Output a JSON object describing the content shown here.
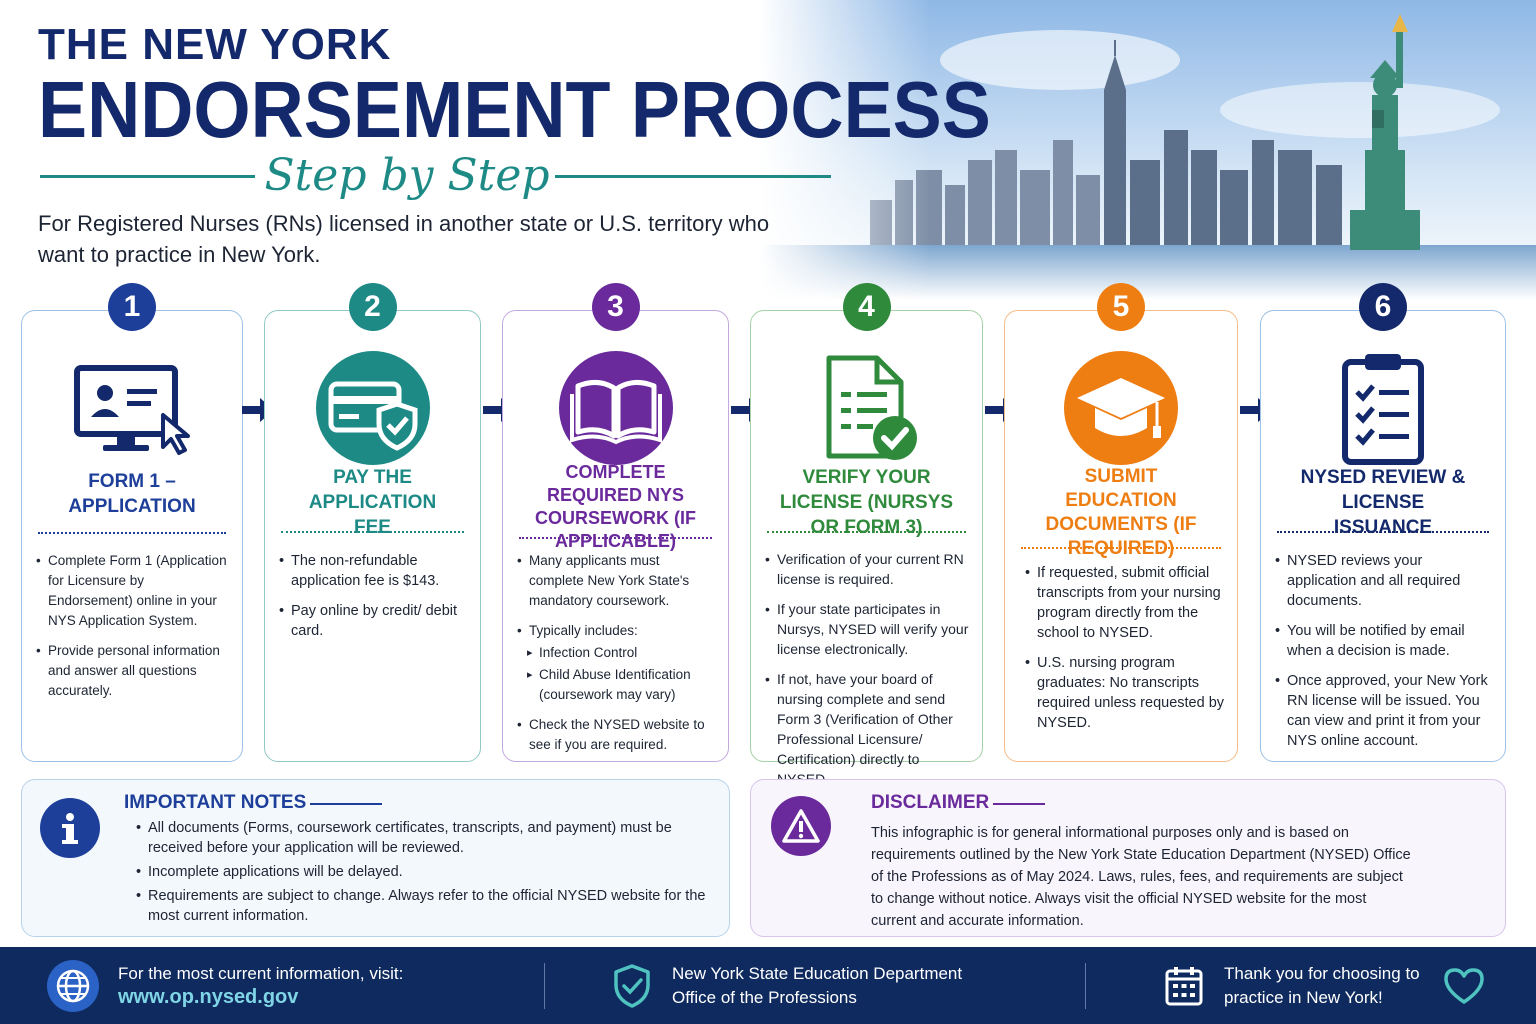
{
  "header": {
    "title_small": "THE NEW YORK",
    "title_big": "ENDORSEMENT PROCESS",
    "subtitle": "Step by Step",
    "intro": "For Registered Nurses (RNs) licensed in another state or U.S. territory who want to practice in New York."
  },
  "colors": {
    "navy": "#13296b",
    "teal": "#1d8a86",
    "purple": "#6a2a9c",
    "green": "#2f8a3c",
    "orange": "#ee7d12",
    "footer": "#0f2a5e"
  },
  "steps": [
    {
      "number": "1",
      "icon": "computer-user-icon",
      "title": "Form 1 – Application",
      "items": [
        "Complete Form 1 (Application for Licensure by Endorsement) online in your NYS Application System.",
        "Provide personal information and answer all questions accurately."
      ]
    },
    {
      "number": "2",
      "icon": "credit-card-shield-icon",
      "title": "Pay the Application Fee",
      "items": [
        "The non-refundable application fee is $143.",
        "Pay online by credit/ debit card."
      ]
    },
    {
      "number": "3",
      "icon": "open-book-icon",
      "title": "Complete Required NYS Coursework (If Applicable)",
      "items": [
        "Many applicants must complete New York State's mandatory coursework.",
        "Typically includes:",
        "Check the NYSED website to see if you are required."
      ],
      "sub_items": [
        "Infection Control",
        "Child Abuse Identification (coursework may vary)"
      ]
    },
    {
      "number": "4",
      "icon": "document-check-icon",
      "title": "Verify Your License (Nursys or Form 3)",
      "items": [
        "Verification of your current RN license is required.",
        "If your state participates in Nursys, NYSED will verify your license electronically.",
        "If not, have your board of nursing complete and send Form 3 (Verification of Other Professional Licensure/ Certification) directly to NYSED."
      ]
    },
    {
      "number": "5",
      "icon": "graduation-cap-icon",
      "title": "Submit Education Documents (If Required)",
      "items": [
        "If requested, submit official transcripts from your nursing program directly from the school to NYSED.",
        "U.S. nursing program graduates: No transcripts required unless requested by NYSED."
      ]
    },
    {
      "number": "6",
      "icon": "clipboard-checklist-icon",
      "title": "NYSED Review & License Issuance",
      "items": [
        "NYSED reviews your application and all required documents.",
        "You will be notified by email when a decision is made.",
        "Once approved, your New York RN license will be issued. You can view and print it from your NYS online account."
      ]
    }
  ],
  "notes": {
    "title": "Important Notes",
    "items": [
      "All documents (Forms, coursework certificates, transcripts, and payment) must be received before your application will be reviewed.",
      "Incomplete applications will be delayed.",
      "Requirements are subject to change. Always refer to the official NYSED website for the most current information."
    ]
  },
  "disclaimer": {
    "title": "Disclaimer",
    "text": "This infographic is for general informational purposes only and is based on requirements outlined by the New York State Education Department (NYSED) Office of the Professions as of May 2024. Laws, rules, fees, and requirements are subject to change without notice. Always visit the official NYSED website for the most current and accurate information."
  },
  "footer": {
    "visit_label": "For the most current information, visit:",
    "url": "www.op.nysed.gov",
    "dept_line1": "New York State Education Department",
    "dept_line2": "Office of the Professions",
    "thanks_line1": "Thank you for choosing to",
    "thanks_line2": "practice in New York!"
  }
}
